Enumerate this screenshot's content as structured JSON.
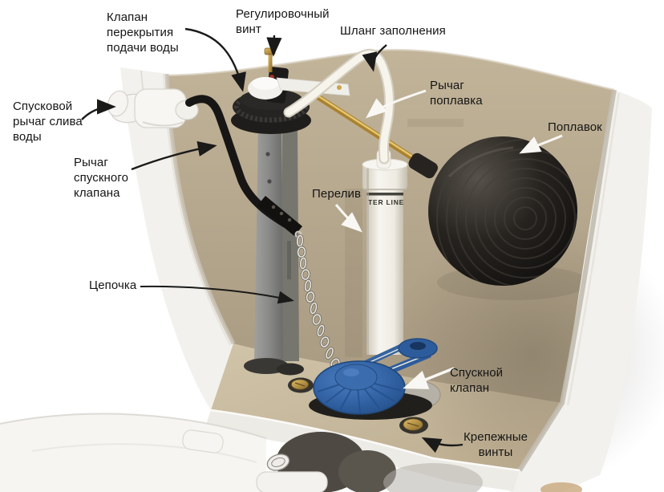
{
  "diagram": {
    "subject": "toilet-cistern-internals-cutaway",
    "labels": {
      "supply_valve": "Клапан\nперекрытия\nподачи воды",
      "adjustment_screw": "Регулировочный\nвинт",
      "fill_hose": "Шланг заполнения",
      "float_arm": "Рычаг\nпоплавка",
      "float_ball": "Поплавок",
      "flush_trip_lever": "Спусковой\nрычаг слива\nводы",
      "flush_valve_lever": "Рычаг\nспускного\nклапана",
      "overflow_tube": "Перелив",
      "chain": "Цепочка",
      "flush_valve": "Спускной\nклапан",
      "mounting_bolts": "Крепежные\nвинты"
    },
    "markings": {
      "water_line_text": "TER LINE"
    },
    "colors": {
      "tank_interior_beige": "#b3a58c",
      "ceramic_white": "#f2f1ed",
      "flapper_blue": "#2d5c9c",
      "float_black": "#17140f",
      "brass": "#b78f3e",
      "label_text": "#151515"
    }
  }
}
